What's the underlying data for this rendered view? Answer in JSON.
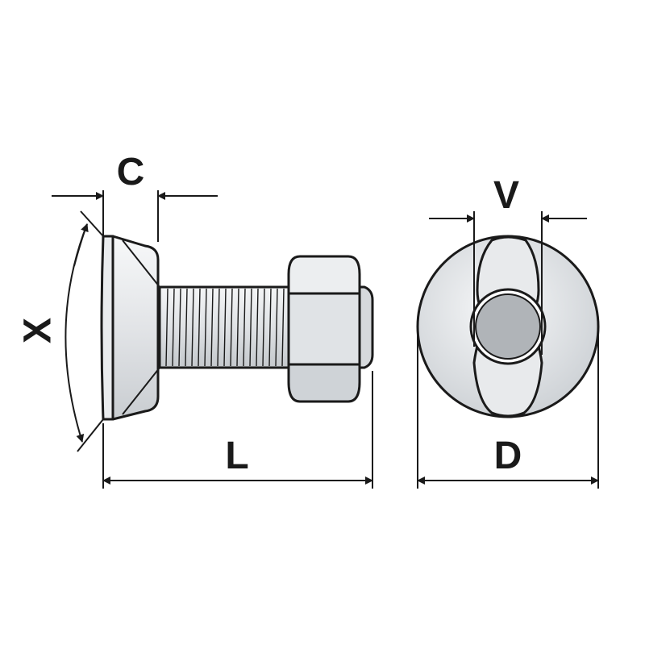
{
  "diagram": {
    "labels": {
      "c": "C",
      "x": "X",
      "l": "L",
      "v": "V",
      "d": "D"
    },
    "colors": {
      "outline": "#1a1a1a",
      "metal_light": "#f1f2f4",
      "metal_mid": "#d9dcdf",
      "metal_dark": "#bfc3c7",
      "shank_end": "#a9adb1"
    },
    "icons": {
      "side_view": "carriage-bolt-with-nut-icon",
      "end_view": "bolt-head-end-view-icon"
    }
  }
}
